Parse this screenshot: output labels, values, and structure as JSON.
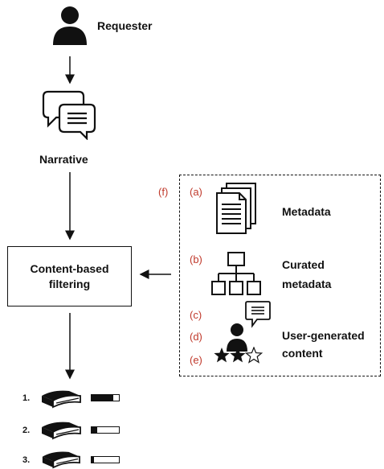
{
  "requester": {
    "label": "Requester"
  },
  "narrative": {
    "label": "Narrative"
  },
  "filter_box": {
    "line1": "Content-based",
    "line2": "filtering"
  },
  "sources": {
    "group_marker": "(f)",
    "metadata": {
      "marker": "(a)",
      "label": "Metadata"
    },
    "curated": {
      "marker": "(b)",
      "line1": "Curated",
      "line2": "metadata"
    },
    "ugc": {
      "marker_c": "(c)",
      "marker_d": "(d)",
      "marker_e": "(e)",
      "line1": "User-generated",
      "line2": "content"
    }
  },
  "results": [
    {
      "rank": "1.",
      "score": 0.8
    },
    {
      "rank": "2.",
      "score": 0.2
    },
    {
      "rank": "3.",
      "score": 0.1
    }
  ],
  "colors": {
    "ink": "#111111",
    "marker_red": "#c0392b"
  }
}
